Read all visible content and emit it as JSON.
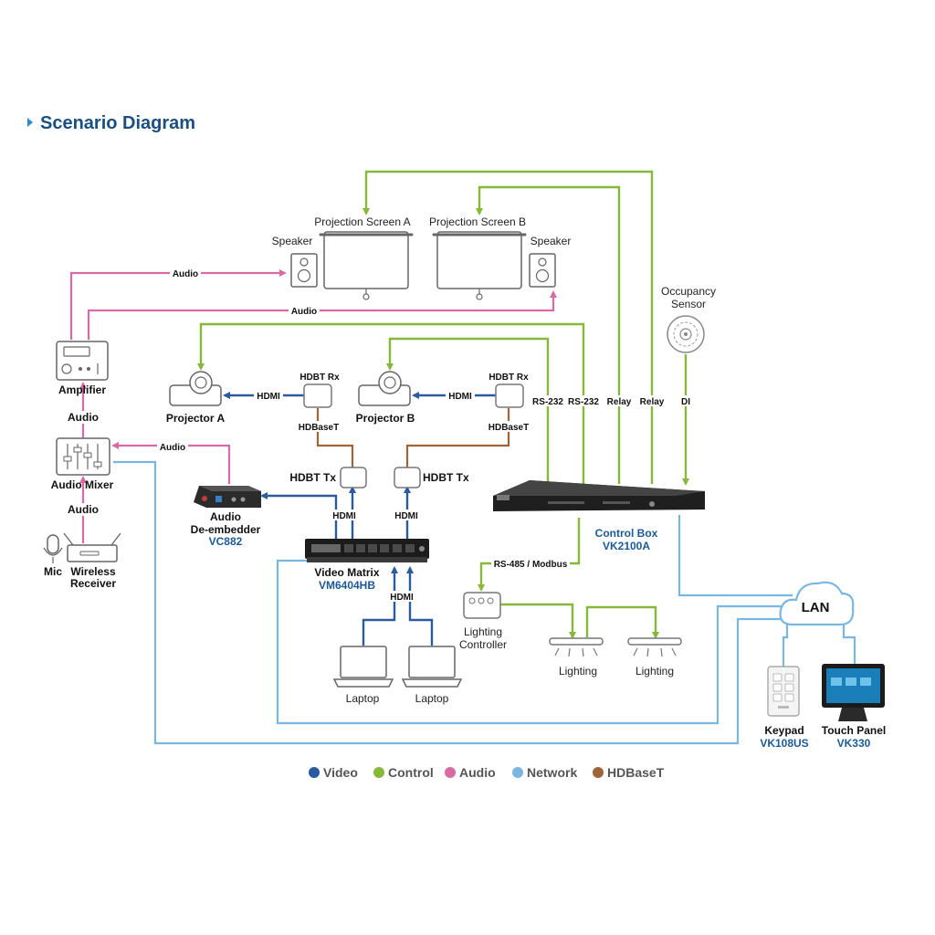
{
  "title": "Scenario Diagram",
  "colors": {
    "video": "#2a5aa0",
    "control": "#86b83a",
    "audio": "#d96aa3",
    "network": "#7ab7e0",
    "hdbaset": "#a0643a",
    "title": "#1a4f80",
    "model": "#1a5a96"
  },
  "nodes": {
    "projection_screen_a": "Projection Screen A",
    "projection_screen_b": "Projection Screen B",
    "speaker_left": "Speaker",
    "speaker_right": "Speaker",
    "occupancy_sensor_line1": "Occupancy",
    "occupancy_sensor_line2": "Sensor",
    "amplifier": "Amplifier",
    "audio_mixer": "Audio Mixer",
    "mic": "Mic",
    "wireless_receiver_line1": "Wireless",
    "wireless_receiver_line2": "Receiver",
    "projector_a": "Projector A",
    "projector_b": "Projector B",
    "hdbt_rx_a": "HDBT Rx",
    "hdbt_rx_b": "HDBT Rx",
    "hdbt_tx_a": "HDBT Tx",
    "hdbt_tx_b": "HDBT Tx",
    "audio_deembedder_line1": "Audio",
    "audio_deembedder_line2": "De-embedder",
    "audio_deembedder_model": "VC882",
    "video_matrix": "Video Matrix",
    "video_matrix_model": "VM6404HB",
    "control_box": "Control Box",
    "control_box_model": "VK2100A",
    "lighting_controller_line1": "Lighting",
    "lighting_controller_line2": "Controller",
    "lighting_1": "Lighting",
    "lighting_2": "Lighting",
    "laptop_1": "Laptop",
    "laptop_2": "Laptop",
    "lan": "LAN",
    "keypad": "Keypad",
    "keypad_model": "VK108US",
    "touch_panel": "Touch Panel",
    "touch_panel_model": "VK330"
  },
  "connection_labels": {
    "audio_speaker_left": "Audio",
    "audio_speaker_right": "Audio",
    "audio_amp_mixer": "Audio",
    "audio_deemb_mixer": "Audio",
    "audio_receiver_mixer": "Audio",
    "hdmi_rx_a_projector": "HDMI",
    "hdmi_rx_b_projector": "HDMI",
    "hdbaset_a": "HDBaseT",
    "hdbaset_b": "HDBaseT",
    "hdmi_tx_a": "HDMI",
    "hdmi_tx_b": "HDMI",
    "hdmi_laptops": "HDMI",
    "rs232_1": "RS-232",
    "rs232_2": "RS-232",
    "relay_1": "Relay",
    "relay_2": "Relay",
    "di": "DI",
    "rs485": "RS-485 / Modbus"
  },
  "legend": [
    {
      "label": "Video",
      "color": "#2a5aa0"
    },
    {
      "label": "Control",
      "color": "#86b83a"
    },
    {
      "label": "Audio",
      "color": "#d96aa3"
    },
    {
      "label": "Network",
      "color": "#7ab7e0"
    },
    {
      "label": "HDBaseT",
      "color": "#a0643a"
    }
  ]
}
